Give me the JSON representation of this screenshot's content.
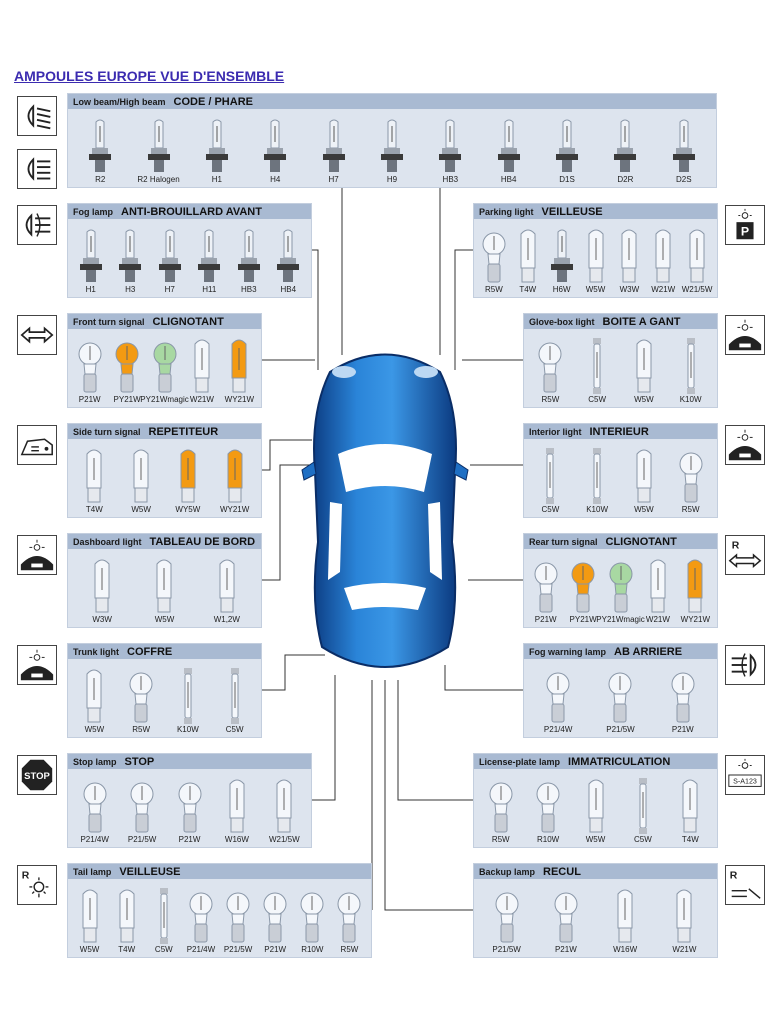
{
  "title": "AMPOULES EUROPE VUE D'ENSEMBLE",
  "panels": [
    {
      "id": "code",
      "en": "Low beam/High beam",
      "fr": "CODE / PHARE",
      "bulbs": [
        "R2",
        "R2 Halogen",
        "H1",
        "H4",
        "H7",
        "H9",
        "HB3",
        "HB4",
        "D1S",
        "D2R",
        "D2S"
      ]
    },
    {
      "id": "fog",
      "en": "Fog lamp",
      "fr": "ANTI-BROUILLARD AVANT",
      "bulbs": [
        "H1",
        "H3",
        "H7",
        "H11",
        "HB3",
        "HB4"
      ]
    },
    {
      "id": "parking",
      "en": "Parking light",
      "fr": "VEILLEUSE",
      "bulbs": [
        "R5W",
        "T4W",
        "H6W",
        "W5W",
        "W3W",
        "W21W",
        "W21/5W"
      ]
    },
    {
      "id": "front-turn",
      "en": "Front turn signal",
      "fr": "CLIGNOTANT",
      "bulbs": [
        "P21W",
        "PY21W",
        "PY21Wmagic",
        "W21W",
        "WY21W"
      ]
    },
    {
      "id": "glovebox",
      "en": "Glove-box light",
      "fr": "BOITE A GANT",
      "bulbs": [
        "R5W",
        "C5W",
        "W5W",
        "K10W"
      ]
    },
    {
      "id": "side-turn",
      "en": "Side turn signal",
      "fr": "REPETITEUR",
      "bulbs": [
        "T4W",
        "W5W",
        "WY5W",
        "WY21W"
      ]
    },
    {
      "id": "interior",
      "en": "Interior light",
      "fr": "INTERIEUR",
      "bulbs": [
        "C5W",
        "K10W",
        "W5W",
        "R5W"
      ]
    },
    {
      "id": "dashboard",
      "en": "Dashboard light",
      "fr": "TABLEAU DE BORD",
      "bulbs": [
        "W3W",
        "W5W",
        "W1,2W"
      ]
    },
    {
      "id": "rear-turn",
      "en": "Rear turn signal",
      "fr": "CLIGNOTANT",
      "bulbs": [
        "P21W",
        "PY21W",
        "PY21Wmagic",
        "W21W",
        "WY21W"
      ]
    },
    {
      "id": "trunk",
      "en": "Trunk light",
      "fr": "COFFRE",
      "bulbs": [
        "W5W",
        "R5W",
        "K10W",
        "C5W"
      ]
    },
    {
      "id": "fog-rear",
      "en": "Fog warning lamp",
      "fr": "AB ARRIERE",
      "bulbs": [
        "P21/4W",
        "P21/5W",
        "P21W"
      ]
    },
    {
      "id": "stop",
      "en": "Stop lamp",
      "fr": "STOP",
      "bulbs": [
        "P21/4W",
        "P21/5W",
        "P21W",
        "W16W",
        "W21/5W"
      ]
    },
    {
      "id": "license",
      "en": "License-plate lamp",
      "fr": "IMMATRICULATION",
      "bulbs": [
        "R5W",
        "R10W",
        "W5W",
        "C5W",
        "T4W"
      ]
    },
    {
      "id": "tail",
      "en": "Tail lamp",
      "fr": "VEILLEUSE",
      "bulbs": [
        "W5W",
        "T4W",
        "C5W",
        "P21/4W",
        "P21/5W",
        "P21W",
        "R10W",
        "R5W"
      ]
    },
    {
      "id": "backup",
      "en": "Backup lamp",
      "fr": "RECUL",
      "bulbs": [
        "P21/5W",
        "P21W",
        "W16W",
        "W21W"
      ]
    }
  ],
  "icons": [
    {
      "name": "low-beam-icon"
    },
    {
      "name": "high-beam-icon"
    },
    {
      "name": "front-fog-icon"
    },
    {
      "name": "parking-light-icon",
      "text": "P"
    },
    {
      "name": "turn-signal-icon"
    },
    {
      "name": "glovebox-icon"
    },
    {
      "name": "side-repeater-icon"
    },
    {
      "name": "interior-light-icon"
    },
    {
      "name": "dashboard-light-icon"
    },
    {
      "name": "rear-turn-icon",
      "text": "R"
    },
    {
      "name": "trunk-light-icon"
    },
    {
      "name": "rear-fog-icon"
    },
    {
      "name": "stop-sign-icon",
      "text": "STOP"
    },
    {
      "name": "license-plate-icon",
      "text": "S-A123"
    },
    {
      "name": "tail-lamp-icon",
      "text": "R"
    },
    {
      "name": "backup-lamp-icon",
      "text": "R"
    }
  ],
  "colors": {
    "title": "#3b2bb0",
    "panel_bg": "#dde4ee",
    "panel_header": "#a9bad2",
    "car_body": "#1f6fc4",
    "amber": "#f39a12",
    "green_tint": "#a8d8a2"
  }
}
